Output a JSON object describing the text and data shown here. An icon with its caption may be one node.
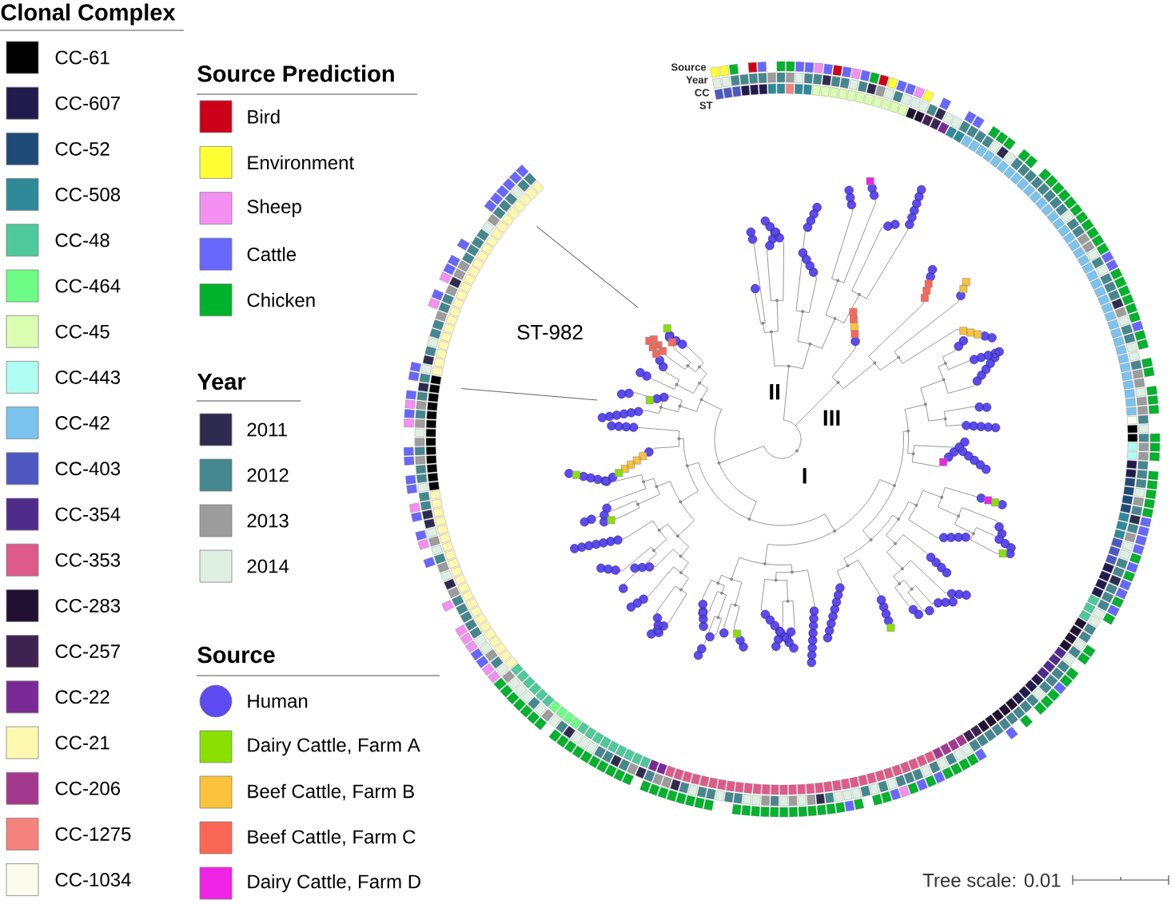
{
  "diagram": {
    "labels": [
      "Clonal Complex",
      "Source Prediction",
      "Year",
      "Source",
      "Source",
      "Year",
      "CC",
      "ST",
      "ST-982",
      "III",
      "II",
      "I",
      "Tree scale: 0.01"
    ],
    "legend": [
      {
        "text": "CC-61",
        "color": "#000000"
      },
      {
        "text": "CC-607",
        "color": "#211a4c"
      },
      {
        "text": "CC-52",
        "color": "#1f4b78"
      },
      {
        "text": "CC-508",
        "color": "#2e8a99"
      },
      {
        "text": "CC-48",
        "color": "#4ec99b"
      },
      {
        "text": "CC-464",
        "color": "#6dfc86"
      },
      {
        "text": "CC-45",
        "color": "#dbfdb2"
      },
      {
        "text": "CC-443",
        "color": "#b0fdf1"
      },
      {
        "text": "CC-42",
        "color": "#7bc3ec"
      },
      {
        "text": "CC-403",
        "color": "#4d58c2"
      },
      {
        "text": "CC-354",
        "color": "#4f2c8c"
      },
      {
        "text": "CC-353",
        "color": "#de5b89"
      },
      {
        "text": "CC-283",
        "color": "#1f112f"
      },
      {
        "text": "CC-257",
        "color": "#3e2350"
      },
      {
        "text": "CC-22",
        "color": "#7a2a95"
      },
      {
        "text": "CC-21",
        "color": "#fff8b1"
      },
      {
        "text": "CC-206",
        "color": "#a3398f"
      },
      {
        "text": "CC-1275",
        "color": "#f4837b"
      },
      {
        "text": "CC-1034",
        "color": "#fcfcec"
      },
      {
        "text": "Bird",
        "color": "#cc0018"
      },
      {
        "text": "Environment",
        "color": "#ffff33"
      },
      {
        "text": "Sheep",
        "color": "#f390f1"
      },
      {
        "text": "Cattle",
        "color": "#6767fe"
      },
      {
        "text": "Chicken",
        "color": "#00b22c"
      },
      {
        "text": "2011",
        "color": "#2f2b4f"
      },
      {
        "text": "2012",
        "color": "#45878f"
      },
      {
        "text": "2013",
        "color": "#9c9c9c"
      },
      {
        "text": "2014",
        "color": "#dfefe3"
      },
      {
        "text": "Human"
      },
      {
        "text": "Dairy Cattle, Farm A",
        "color": "#8ae000"
      },
      {
        "text": "Beef Cattle, Farm B",
        "color": "#fbc23b"
      },
      {
        "text": "Beef Cattle, Farm C",
        "color": "#fa6656"
      },
      {
        "text": "Dairy Cattle, Farm D",
        "color": "#f022e6"
      }
    ]
  }
}
